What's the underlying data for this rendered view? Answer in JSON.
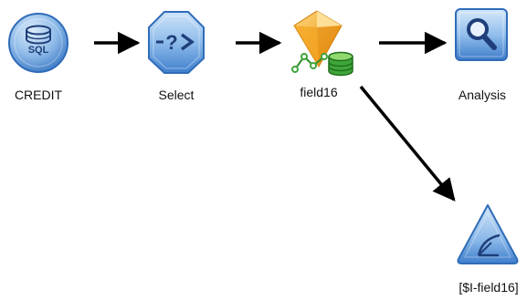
{
  "nodes": {
    "credit": {
      "label": "CREDIT",
      "kind": "database-source",
      "icon": "sql-database-icon"
    },
    "select": {
      "label": "Select",
      "kind": "select-filter",
      "icon": "select-node-icon"
    },
    "field16": {
      "label": "field16",
      "kind": "model-nugget",
      "icon": "model-nugget-icon"
    },
    "analysis": {
      "label": "Analysis",
      "kind": "analysis-output",
      "icon": "magnifier-icon"
    },
    "model": {
      "label": "[$I-field16]",
      "kind": "generated-model",
      "icon": "model-triangle-icon"
    }
  },
  "edges": [
    {
      "from": "credit",
      "to": "select"
    },
    {
      "from": "select",
      "to": "field16"
    },
    {
      "from": "field16",
      "to": "analysis"
    },
    {
      "from": "field16",
      "to": "model"
    }
  ],
  "colors": {
    "node_blue": "#3d7fcf",
    "node_blue_light": "#a9cdf2",
    "nugget_gold": "#f2a51d",
    "nugget_green": "#3fa63a",
    "arrow": "#000000"
  }
}
